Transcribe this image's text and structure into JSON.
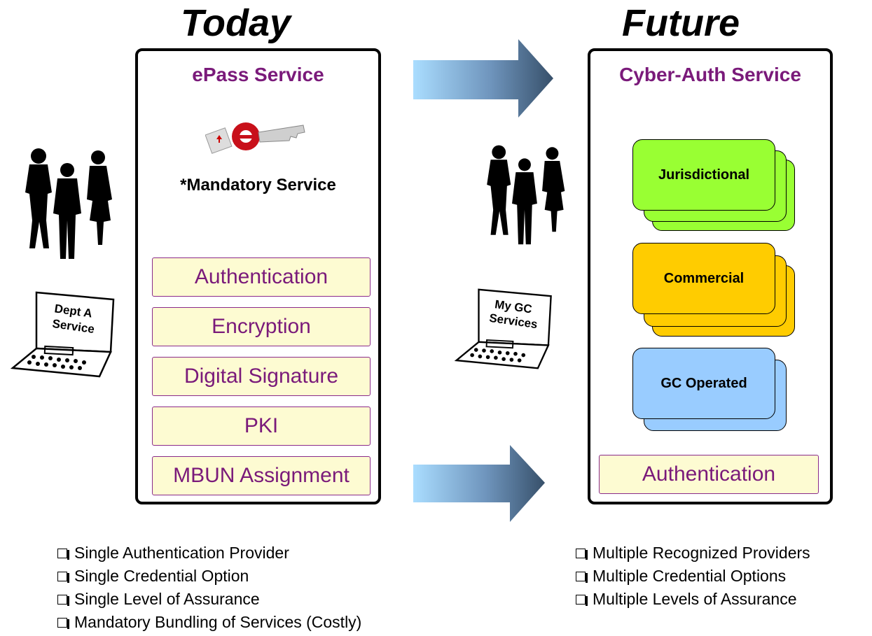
{
  "left": {
    "heading": "Today",
    "panel_title": "ePass Service",
    "mandatory_note": "*Mandatory Service",
    "laptop_label_line1": "Dept A",
    "laptop_label_line2": "Service",
    "services": [
      "Authentication",
      "Encryption",
      "Digital Signature",
      "PKI",
      "MBUN Assignment"
    ],
    "bullets": [
      "Single Authentication Provider",
      "Single Credential Option",
      "Single Level of Assurance",
      "Mandatory Bundling of Services (Costly)"
    ]
  },
  "right": {
    "heading": "Future",
    "panel_title": "Cyber-Auth Service",
    "laptop_label_line1": "My GC",
    "laptop_label_line2": "Services",
    "providers": [
      {
        "label": "Jurisdictional",
        "color": "#99ff33"
      },
      {
        "label": "Commercial",
        "color": "#ffcc00"
      },
      {
        "label": "GC Operated",
        "color": "#99ccff"
      }
    ],
    "service": "Authentication",
    "bullets": [
      "Multiple Recognized Providers",
      "Multiple Credential Options",
      "Multiple Levels of Assurance"
    ]
  },
  "colors": {
    "title_purple": "#7a1a7a",
    "service_fill": "#fdfbd2",
    "arrow_light": "#aaddff",
    "arrow_dark": "#3a5670"
  },
  "icons": [
    "people-silhouette-icon",
    "laptop-icon",
    "epass-key-logo-icon",
    "arrow-right-icon"
  ]
}
